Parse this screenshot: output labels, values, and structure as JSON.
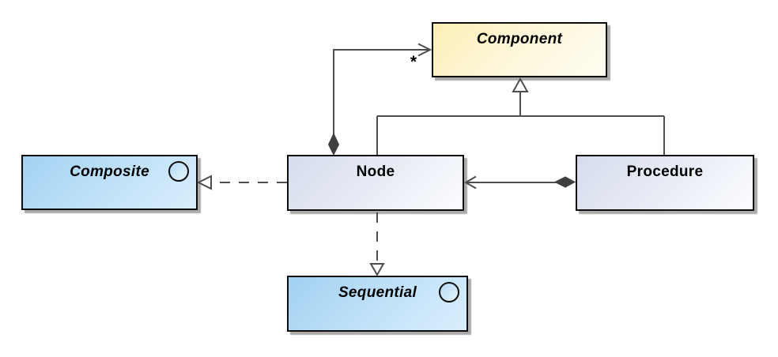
{
  "diagram": {
    "type": "uml-class-diagram",
    "classes": {
      "component": {
        "name": "Component",
        "style": "abstract",
        "fill": "#fceeb5",
        "lollipop": false
      },
      "composite": {
        "name": "Composite",
        "style": "abstract",
        "fill": "#a2d1f2",
        "lollipop": true
      },
      "node": {
        "name": "Node",
        "style": "concrete",
        "fill": "#d6dcec",
        "lollipop": false
      },
      "procedure": {
        "name": "Procedure",
        "style": "concrete",
        "fill": "#d6dcec",
        "lollipop": false
      },
      "sequential": {
        "name": "Sequential",
        "style": "abstract",
        "fill": "#a2d1f2",
        "lollipop": true
      }
    },
    "labels": {
      "multiplicity": "*"
    },
    "relationships": [
      {
        "from": "Node",
        "to": "Component",
        "type": "composition",
        "multiplicity": "*"
      },
      {
        "from": "Node",
        "to": "Component",
        "type": "generalization"
      },
      {
        "from": "Procedure",
        "to": "Component",
        "type": "generalization"
      },
      {
        "from": "Node",
        "to": "Composite",
        "type": "realization"
      },
      {
        "from": "Procedure",
        "to": "Node",
        "type": "composition"
      },
      {
        "from": "Node",
        "to": "Sequential",
        "type": "realization"
      }
    ],
    "colors": {
      "line": "#4d4d4d",
      "border": "#0d0d0d",
      "shadow": "#ababab"
    }
  }
}
